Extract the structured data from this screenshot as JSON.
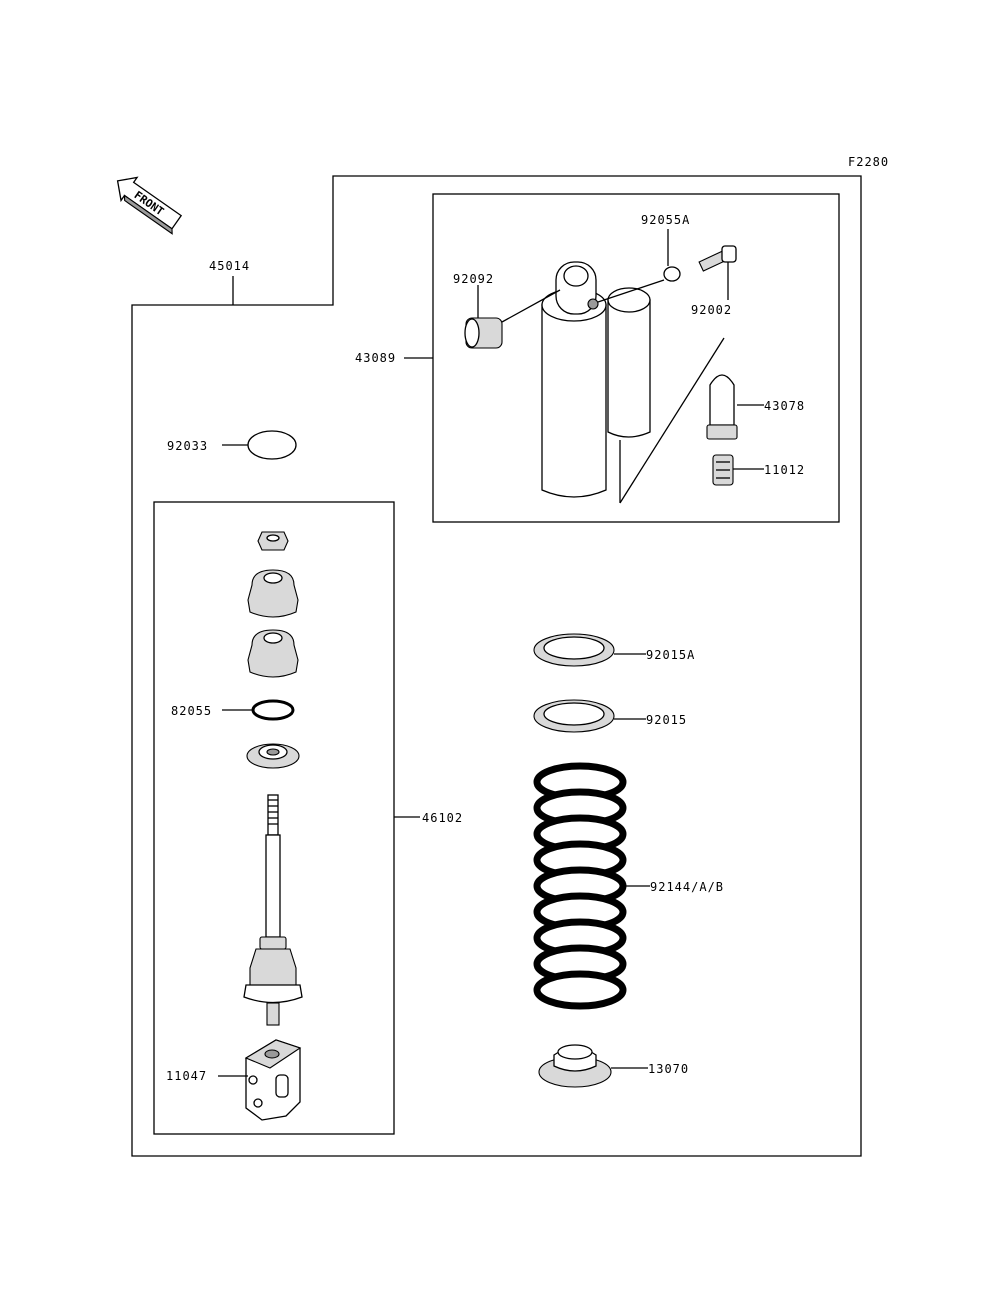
{
  "figure_code": "F2280",
  "front_badge": "FRONT",
  "parts": {
    "p45014": "45014",
    "p43089": "43089",
    "p92055a": "92055A",
    "p92092": "92092",
    "p92002": "92002",
    "p43078": "43078",
    "p11012": "11012",
    "p92033": "92033",
    "p82055": "82055",
    "p46102": "46102",
    "p11047": "11047",
    "p92015a": "92015A",
    "p92015": "92015",
    "p92144": "92144/A/B",
    "p13070": "13070"
  }
}
